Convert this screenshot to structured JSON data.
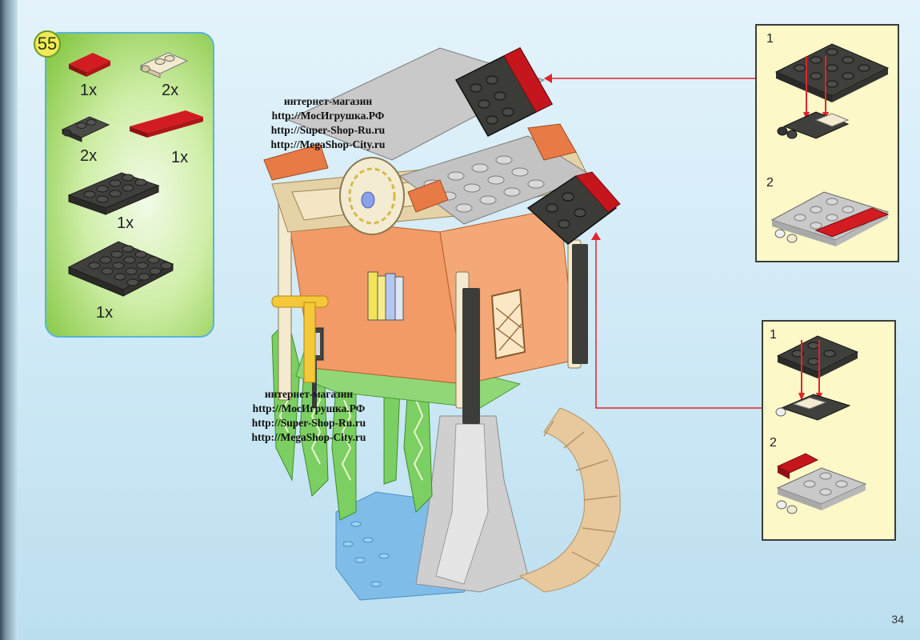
{
  "step_number": "55",
  "parts": [
    {
      "id": "red-tile-1x2",
      "qty": "1x"
    },
    {
      "id": "tan-plate-hinge",
      "qty": "2x"
    },
    {
      "id": "dark-plate-hinge",
      "qty": "2x"
    },
    {
      "id": "red-tile-1x4",
      "qty": "1x"
    },
    {
      "id": "dark-plate-2x4",
      "qty": "1x"
    },
    {
      "id": "dark-plate-4x4",
      "qty": "1x"
    }
  ],
  "subassembly_top": {
    "step1": "1",
    "step2": "2"
  },
  "subassembly_bottom": {
    "step1": "1",
    "step2": "2"
  },
  "watermark_top": {
    "line1": "интернет-магазин",
    "line2": "http://МосИгрушка.РФ",
    "line3": "http://Super-Shop-Ru.ru",
    "line4": "http://MegaShop-City.ru"
  },
  "watermark_bottom": {
    "line1": "интернет-магазин",
    "line2": "http://МосИгрушка.РФ",
    "line3": "http://Super-Shop-Ru.ru",
    "line4": "http://MegaShop-City.ru"
  },
  "page_number": "34",
  "colors": {
    "arrow": "#e0252b",
    "brick_red": "#b0151a",
    "brick_dark": "#3b3b38",
    "brick_tan": "#e9ddb4"
  }
}
